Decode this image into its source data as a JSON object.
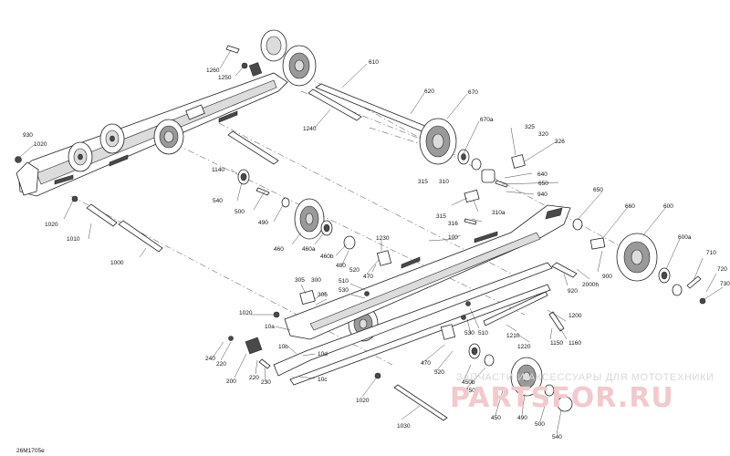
{
  "diagram_code": "26M1705e",
  "watermark": {
    "tagline": "ЗАПЧАСТИ И АКСЕССУАРЫ ДЛЯ МОТОТЕХНИКИ",
    "brand": "PARTSFOR.RU"
  },
  "callouts": {
    "c1260": "1260",
    "c1250": "1250",
    "c610": "610",
    "c620": "620",
    "c670": "670",
    "c670a": "670a",
    "c1240": "1240",
    "c930": "930",
    "c1020_a": "1020",
    "c325": "325",
    "c320": "320",
    "c326": "326",
    "c640": "640",
    "c650_a": "650",
    "c940": "940",
    "c1140": "1140",
    "c540_a": "540",
    "c500_a": "500",
    "c490_a": "490",
    "c315_a": "315",
    "c310": "310",
    "c310a": "310a",
    "c315_b": "315",
    "c316": "316",
    "c650_b": "650",
    "c660": "660",
    "c600": "600",
    "c600a": "600a",
    "c1020_b": "1020",
    "c1010": "1010",
    "c460": "460",
    "c460a": "460a",
    "c460b": "460b",
    "c100": "100",
    "c1230": "1230",
    "c470_a": "470",
    "c480": "480",
    "c520_a": "520",
    "c710": "710",
    "c720": "720",
    "c730": "730",
    "c900": "900",
    "c920": "920",
    "c2000h": "2000h",
    "c1000": "1000",
    "c305": "305",
    "c300": "300",
    "c306": "306",
    "c510_a": "510",
    "c530_a": "530",
    "c1020_c": "1020",
    "c10a": "10a",
    "c530_b": "530",
    "c510_b": "510",
    "c1200": "1200",
    "c1210": "1210",
    "c1150": "1150",
    "c1160": "1160",
    "c1220": "1220",
    "c240": "240",
    "c220_a": "220",
    "c200": "200",
    "c220_b": "220",
    "c230": "230",
    "c10b": "10b",
    "c10d": "10d",
    "c10c": "10c",
    "c470_b": "470",
    "c520_b": "520",
    "c450b": "450b",
    "c450a": "450a",
    "c450": "450",
    "c490_b": "490",
    "c500_b": "500",
    "c540_b": "540",
    "c1020_d": "1020",
    "c1030": "1030"
  }
}
